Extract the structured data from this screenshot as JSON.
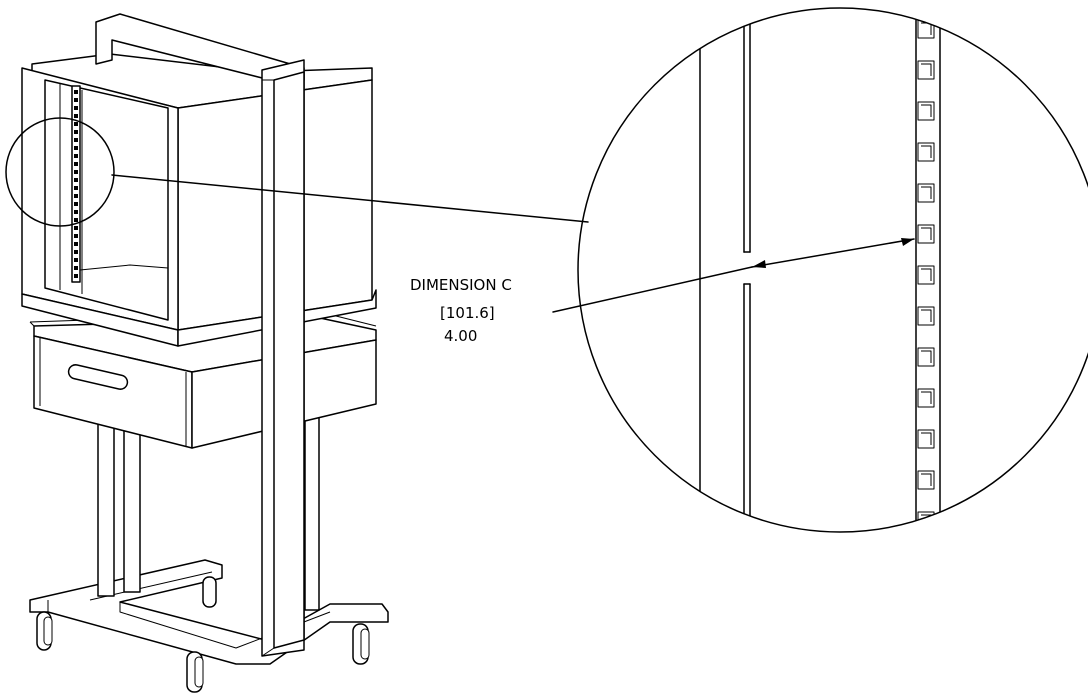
{
  "callout": {
    "name": "DIMENSION C",
    "metric": "[101.6]",
    "imperial": "4.00"
  }
}
